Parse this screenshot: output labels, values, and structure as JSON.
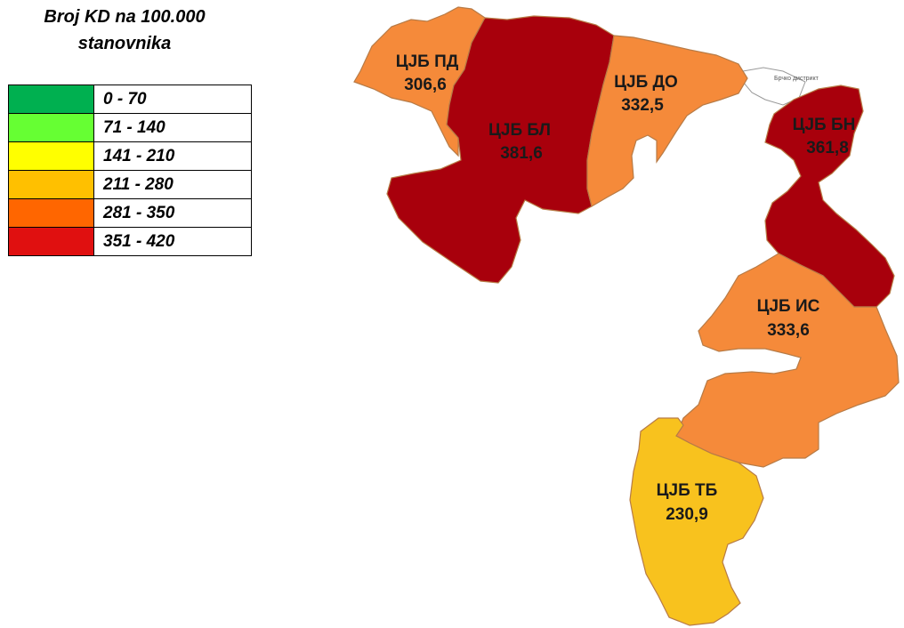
{
  "legend": {
    "title_line1": "Broj KD na 100.000",
    "title_line2": "stanovnika",
    "items": [
      {
        "range": "0 - 70",
        "color": "#00b050"
      },
      {
        "range": "71 - 140",
        "color": "#66ff33"
      },
      {
        "range": "141 - 210",
        "color": "#ffff00"
      },
      {
        "range": "211 - 280",
        "color": "#ffc000"
      },
      {
        "range": "281 - 350",
        "color": "#ff6600"
      },
      {
        "range": "351 - 420",
        "color": "#e01010"
      }
    ]
  },
  "map": {
    "district_label": "Брчко дистрикт",
    "regions": [
      {
        "id": "pd",
        "name": "ЦЈБ ПД",
        "value": "306,6",
        "color": "#f58a3a"
      },
      {
        "id": "bl",
        "name": "ЦЈБ БЛ",
        "value": "381,6",
        "color": "#a8000c"
      },
      {
        "id": "do",
        "name": "ЦЈБ ДО",
        "value": "332,5",
        "color": "#f58a3a"
      },
      {
        "id": "bn",
        "name": "ЦЈБ БН",
        "value": "361,8",
        "color": "#a8000c"
      },
      {
        "id": "is",
        "name": "ЦЈБ ИС",
        "value": "333,6",
        "color": "#f58a3a"
      },
      {
        "id": "tb",
        "name": "ЦЈБ ТБ",
        "value": "230,9",
        "color": "#f8c21e"
      }
    ]
  }
}
